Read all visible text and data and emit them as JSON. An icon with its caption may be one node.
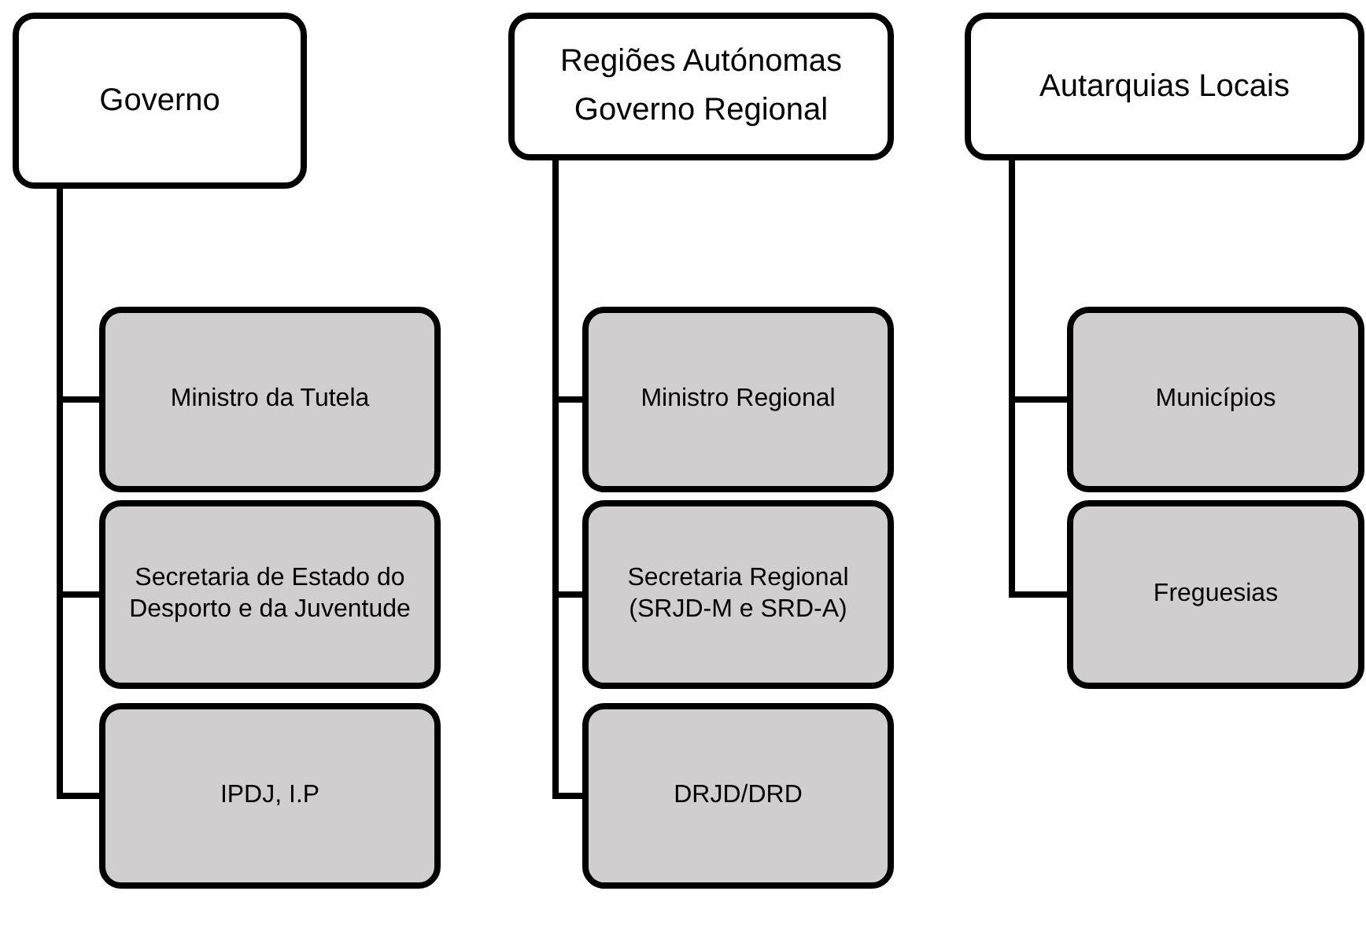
{
  "diagram": {
    "nodes": [
      {
        "text": [
          "Governo"
        ]
      },
      {
        "text": [
          "Ministro da Tutela"
        ]
      },
      {
        "text": [
          "Secretaria de Estado do Desporto e da Juventude"
        ]
      },
      {
        "text": [
          "IPDJ, I.P"
        ]
      },
      {
        "text": [
          "Regiões Autónomas",
          "Governo Regional"
        ]
      },
      {
        "text": [
          "Ministro Regional"
        ]
      },
      {
        "text": [
          "Secretaria Regional (SRJD-M e SRD-A)"
        ]
      },
      {
        "text": [
          "DRJD/DRD"
        ]
      },
      {
        "text": [
          "Autarquias Locais"
        ]
      },
      {
        "text": [
          "Municípios"
        ]
      },
      {
        "text": [
          "Freguesias"
        ]
      }
    ],
    "edges": [
      {
        "from": 0,
        "to": 1,
        "arrow": "none"
      },
      {
        "from": 0,
        "to": 2,
        "arrow": "none"
      },
      {
        "from": 0,
        "to": 3,
        "arrow": "none"
      },
      {
        "from": 4,
        "to": 5,
        "arrow": "none"
      },
      {
        "from": 4,
        "to": 6,
        "arrow": "none"
      },
      {
        "from": 4,
        "to": 7,
        "arrow": "none"
      },
      {
        "from": 8,
        "to": 9,
        "arrow": "none"
      },
      {
        "from": 8,
        "to": 10,
        "arrow": "none"
      }
    ]
  }
}
